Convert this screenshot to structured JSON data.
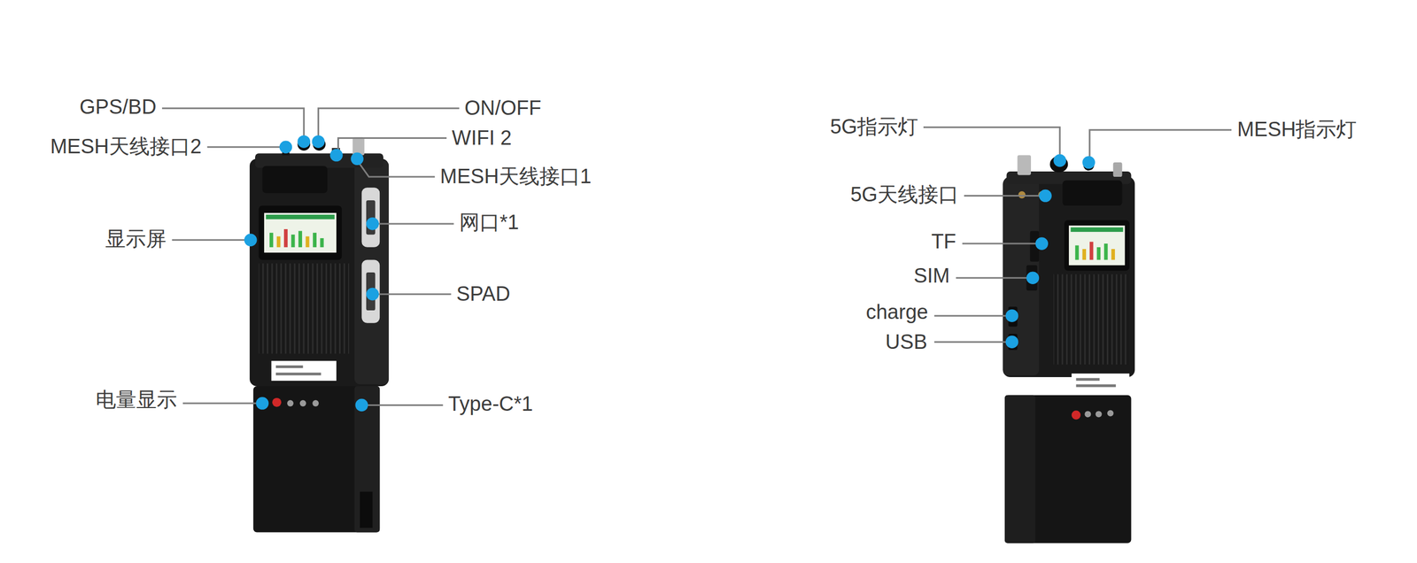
{
  "diagram": {
    "labels": [
      "GPS/BD",
      "ON/OFF",
      "MESH天线接口2",
      "WIFI 2",
      "MESH天线接口1",
      "网口*1",
      "显示屏",
      "SPAD",
      "电量显示",
      "Type-C*1",
      "5G指示灯",
      "MESH指示灯",
      "5G天线接口",
      "TF",
      "SIM",
      "charge",
      "USB"
    ]
  }
}
